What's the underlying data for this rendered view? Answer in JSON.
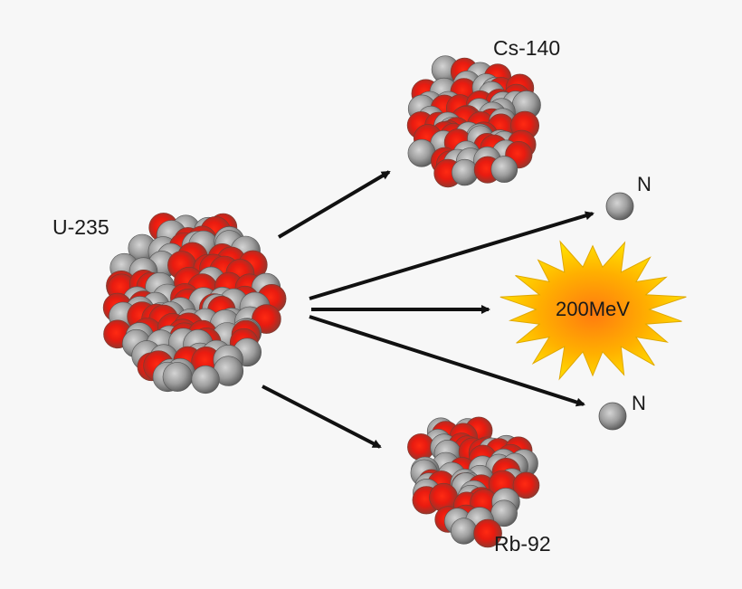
{
  "parent_nucleus": {
    "label": "U-235"
  },
  "products": [
    {
      "label": "Cs-140"
    },
    {
      "label": "Rb-92"
    }
  ],
  "neutrons": [
    {
      "label": "N"
    },
    {
      "label": "N"
    }
  ],
  "energy": {
    "label": "200MeV"
  },
  "colors": {
    "proton": "#e81b10",
    "proton_edge": "#8a3a30",
    "neutron": "#9e9e9e",
    "neutron_edge": "#555555",
    "burst_outer": "#f5c400",
    "burst_inner": "#ff8c1a",
    "arrow": "#111111",
    "background": "#f7f7f7"
  }
}
